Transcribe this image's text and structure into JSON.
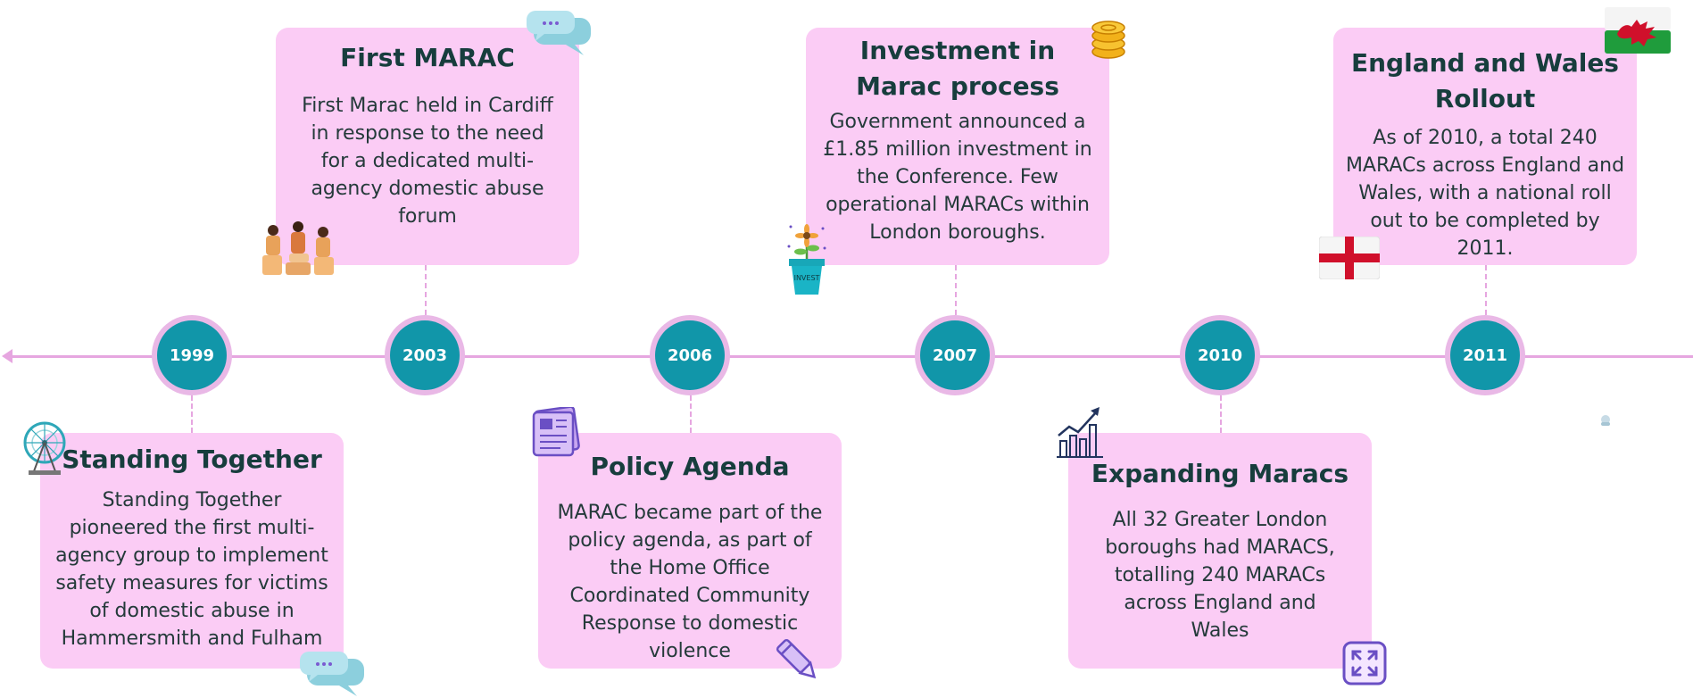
{
  "events": [
    {
      "year": "1999",
      "title": "Standing Together",
      "body": "Standing Together pioneered the first multi-agency group to implement safety measures for victims of domestic abuse in Hammersmith and Fulham"
    },
    {
      "year": "2003",
      "title": "First MARAC",
      "body": "First Marac held in Cardiff in response to the need for a dedicated multi-agency domestic abuse forum"
    },
    {
      "year": "2006",
      "title": "Policy Agenda",
      "body": "MARAC became part of the policy agenda, as part of the Home Office Coordinated Community Response to domestic violence"
    },
    {
      "year": "2007",
      "title": "Investment in Marac process",
      "body": "Government announced a £1.85 million investment in the Conference. Few operational MARACs within London boroughs."
    },
    {
      "year": "2010",
      "title": "Expanding Maracs",
      "body": "All 32 Greater London boroughs had MARACS, totalling 240 MARACs across England and Wales"
    },
    {
      "year": "2011",
      "title": "England and Wales Rollout",
      "body": "As of 2010, a total 240 MARACs across England and Wales, with a national roll out to be completed by 2011."
    }
  ],
  "icons": {
    "ferris_wheel": "ferris-wheel-icon",
    "chat": "speech-bubble-icon",
    "people": "people-meeting-icon",
    "newspaper": "newspaper-icon",
    "pencil": "pencil-icon",
    "invest_pot": "invest-plant-icon",
    "invest_pot_label": "INVEST",
    "coins": "coins-icon",
    "chart": "growth-chart-icon",
    "expand": "expand-icon",
    "england_flag": "england-flag-icon",
    "wales_flag": "wales-flag-icon"
  },
  "colors": {
    "node": "#1196a9",
    "card": "#fbccf5",
    "line": "#e6a6e0",
    "title": "#173d3d"
  }
}
